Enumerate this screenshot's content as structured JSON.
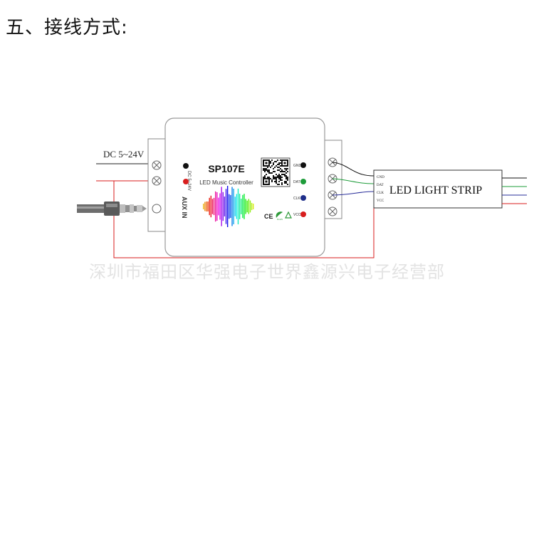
{
  "heading": "五、接线方式:",
  "power_label": "DC 5~24V",
  "controller": {
    "model": "SP107E",
    "subtitle": "LED Music Controller",
    "side_labels": {
      "power": "DC 5~24V",
      "aux": "AUX IN"
    },
    "pins": [
      {
        "label": "GND",
        "color": "#111111"
      },
      {
        "label": "DAT",
        "color": "#1e9c3a"
      },
      {
        "label": "CLK",
        "color": "#1f2f8a"
      },
      {
        "label": "VCC",
        "color": "#d81e1e"
      }
    ],
    "logos": [
      "CE",
      "RoHS",
      "recycle"
    ]
  },
  "strip": {
    "label": "LED LIGHT STRIP",
    "pins": [
      "GND",
      "DAT",
      "CLK",
      "VCC"
    ]
  },
  "wire_colors": {
    "gnd": "#111111",
    "dat": "#1e9c3a",
    "clk": "#2a2f9a",
    "vcc": "#d81e1e"
  },
  "watermark": "深圳市福田区华强电子世界鑫源兴电子经营部"
}
